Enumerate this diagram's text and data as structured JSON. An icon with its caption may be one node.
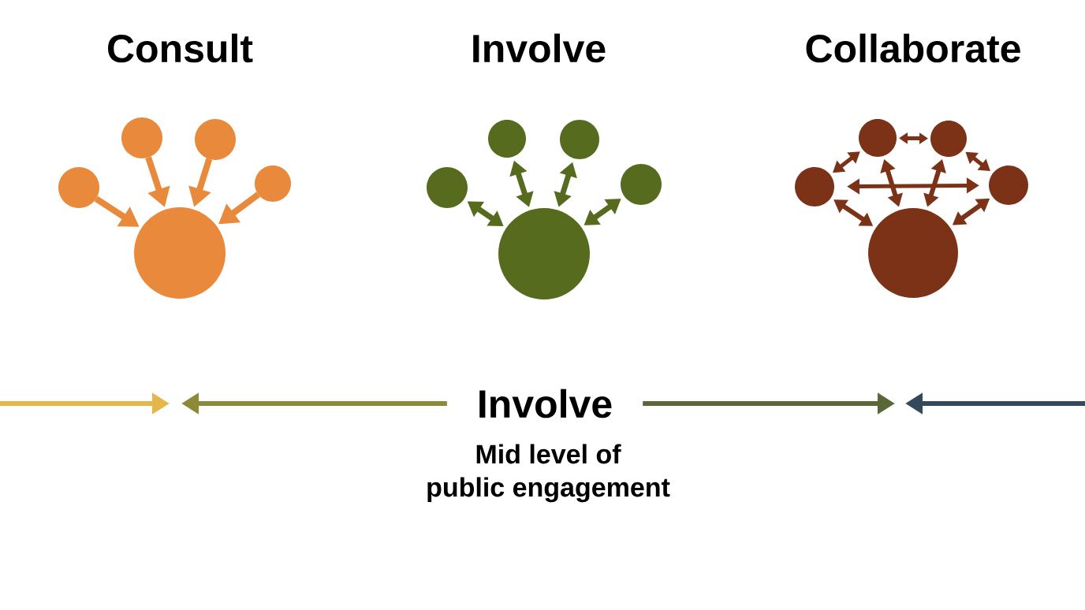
{
  "diagram": {
    "nodes": [
      {
        "text": [],
        "shape": "circle"
      },
      {
        "text": [],
        "shape": "circle"
      },
      {
        "text": [],
        "shape": "circle"
      },
      {
        "text": [],
        "shape": "circle"
      },
      {
        "text": [],
        "shape": "circle"
      },
      {
        "text": [],
        "shape": "circle"
      },
      {
        "text": [],
        "shape": "circle"
      },
      {
        "text": [],
        "shape": "circle"
      },
      {
        "text": [],
        "shape": "circle"
      },
      {
        "text": [],
        "shape": "circle"
      },
      {
        "text": [],
        "shape": "circle"
      },
      {
        "text": [],
        "shape": "circle"
      },
      {
        "text": [],
        "shape": "circle"
      },
      {
        "text": [],
        "shape": "circle"
      },
      {
        "text": [],
        "shape": "circle"
      },
      {
        "text": [
          "Involve"
        ],
        "beside": [
          "Mid level of public engagement"
        ]
      }
    ],
    "edges": [
      {
        "from": 0,
        "to": 2,
        "arrow": "to",
        "color": "#e8893b"
      },
      {
        "from": 1,
        "to": 2,
        "arrow": "to",
        "color": "#e8893b"
      },
      {
        "from": 3,
        "to": 2,
        "arrow": "to",
        "color": "#e8893b"
      },
      {
        "from": 4,
        "to": 2,
        "arrow": "to",
        "color": "#e8893b"
      },
      {
        "from": 5,
        "to": 7,
        "arrow": "both",
        "color": "#566b1d"
      },
      {
        "from": 6,
        "to": 7,
        "arrow": "both",
        "color": "#566b1d"
      },
      {
        "from": 8,
        "to": 7,
        "arrow": "both",
        "color": "#566b1d"
      },
      {
        "from": 9,
        "to": 7,
        "arrow": "both",
        "color": "#566b1d"
      },
      {
        "from": 10,
        "to": 11,
        "arrow": "both"
      },
      {
        "from": 11,
        "to": 13,
        "arrow": "both"
      },
      {
        "from": 13,
        "to": 14,
        "arrow": "both"
      },
      {
        "from": 10,
        "to": 14,
        "arrow": "both"
      },
      {
        "from": 10,
        "to": 12,
        "arrow": "both"
      },
      {
        "from": 11,
        "to": 12,
        "arrow": "both"
      },
      {
        "from": 13,
        "to": 12,
        "arrow": "both"
      },
      {
        "from": 14,
        "to": 12,
        "arrow": "both"
      },
      {
        "from": 15,
        "to": null,
        "arrow": "to",
        "color": "#8c8a36"
      },
      {
        "from": 15,
        "to": null,
        "arrow": "to",
        "color": "#5a6838"
      }
    ],
    "labels": [
      "Consult",
      "Involve",
      "Collaborate"
    ]
  }
}
